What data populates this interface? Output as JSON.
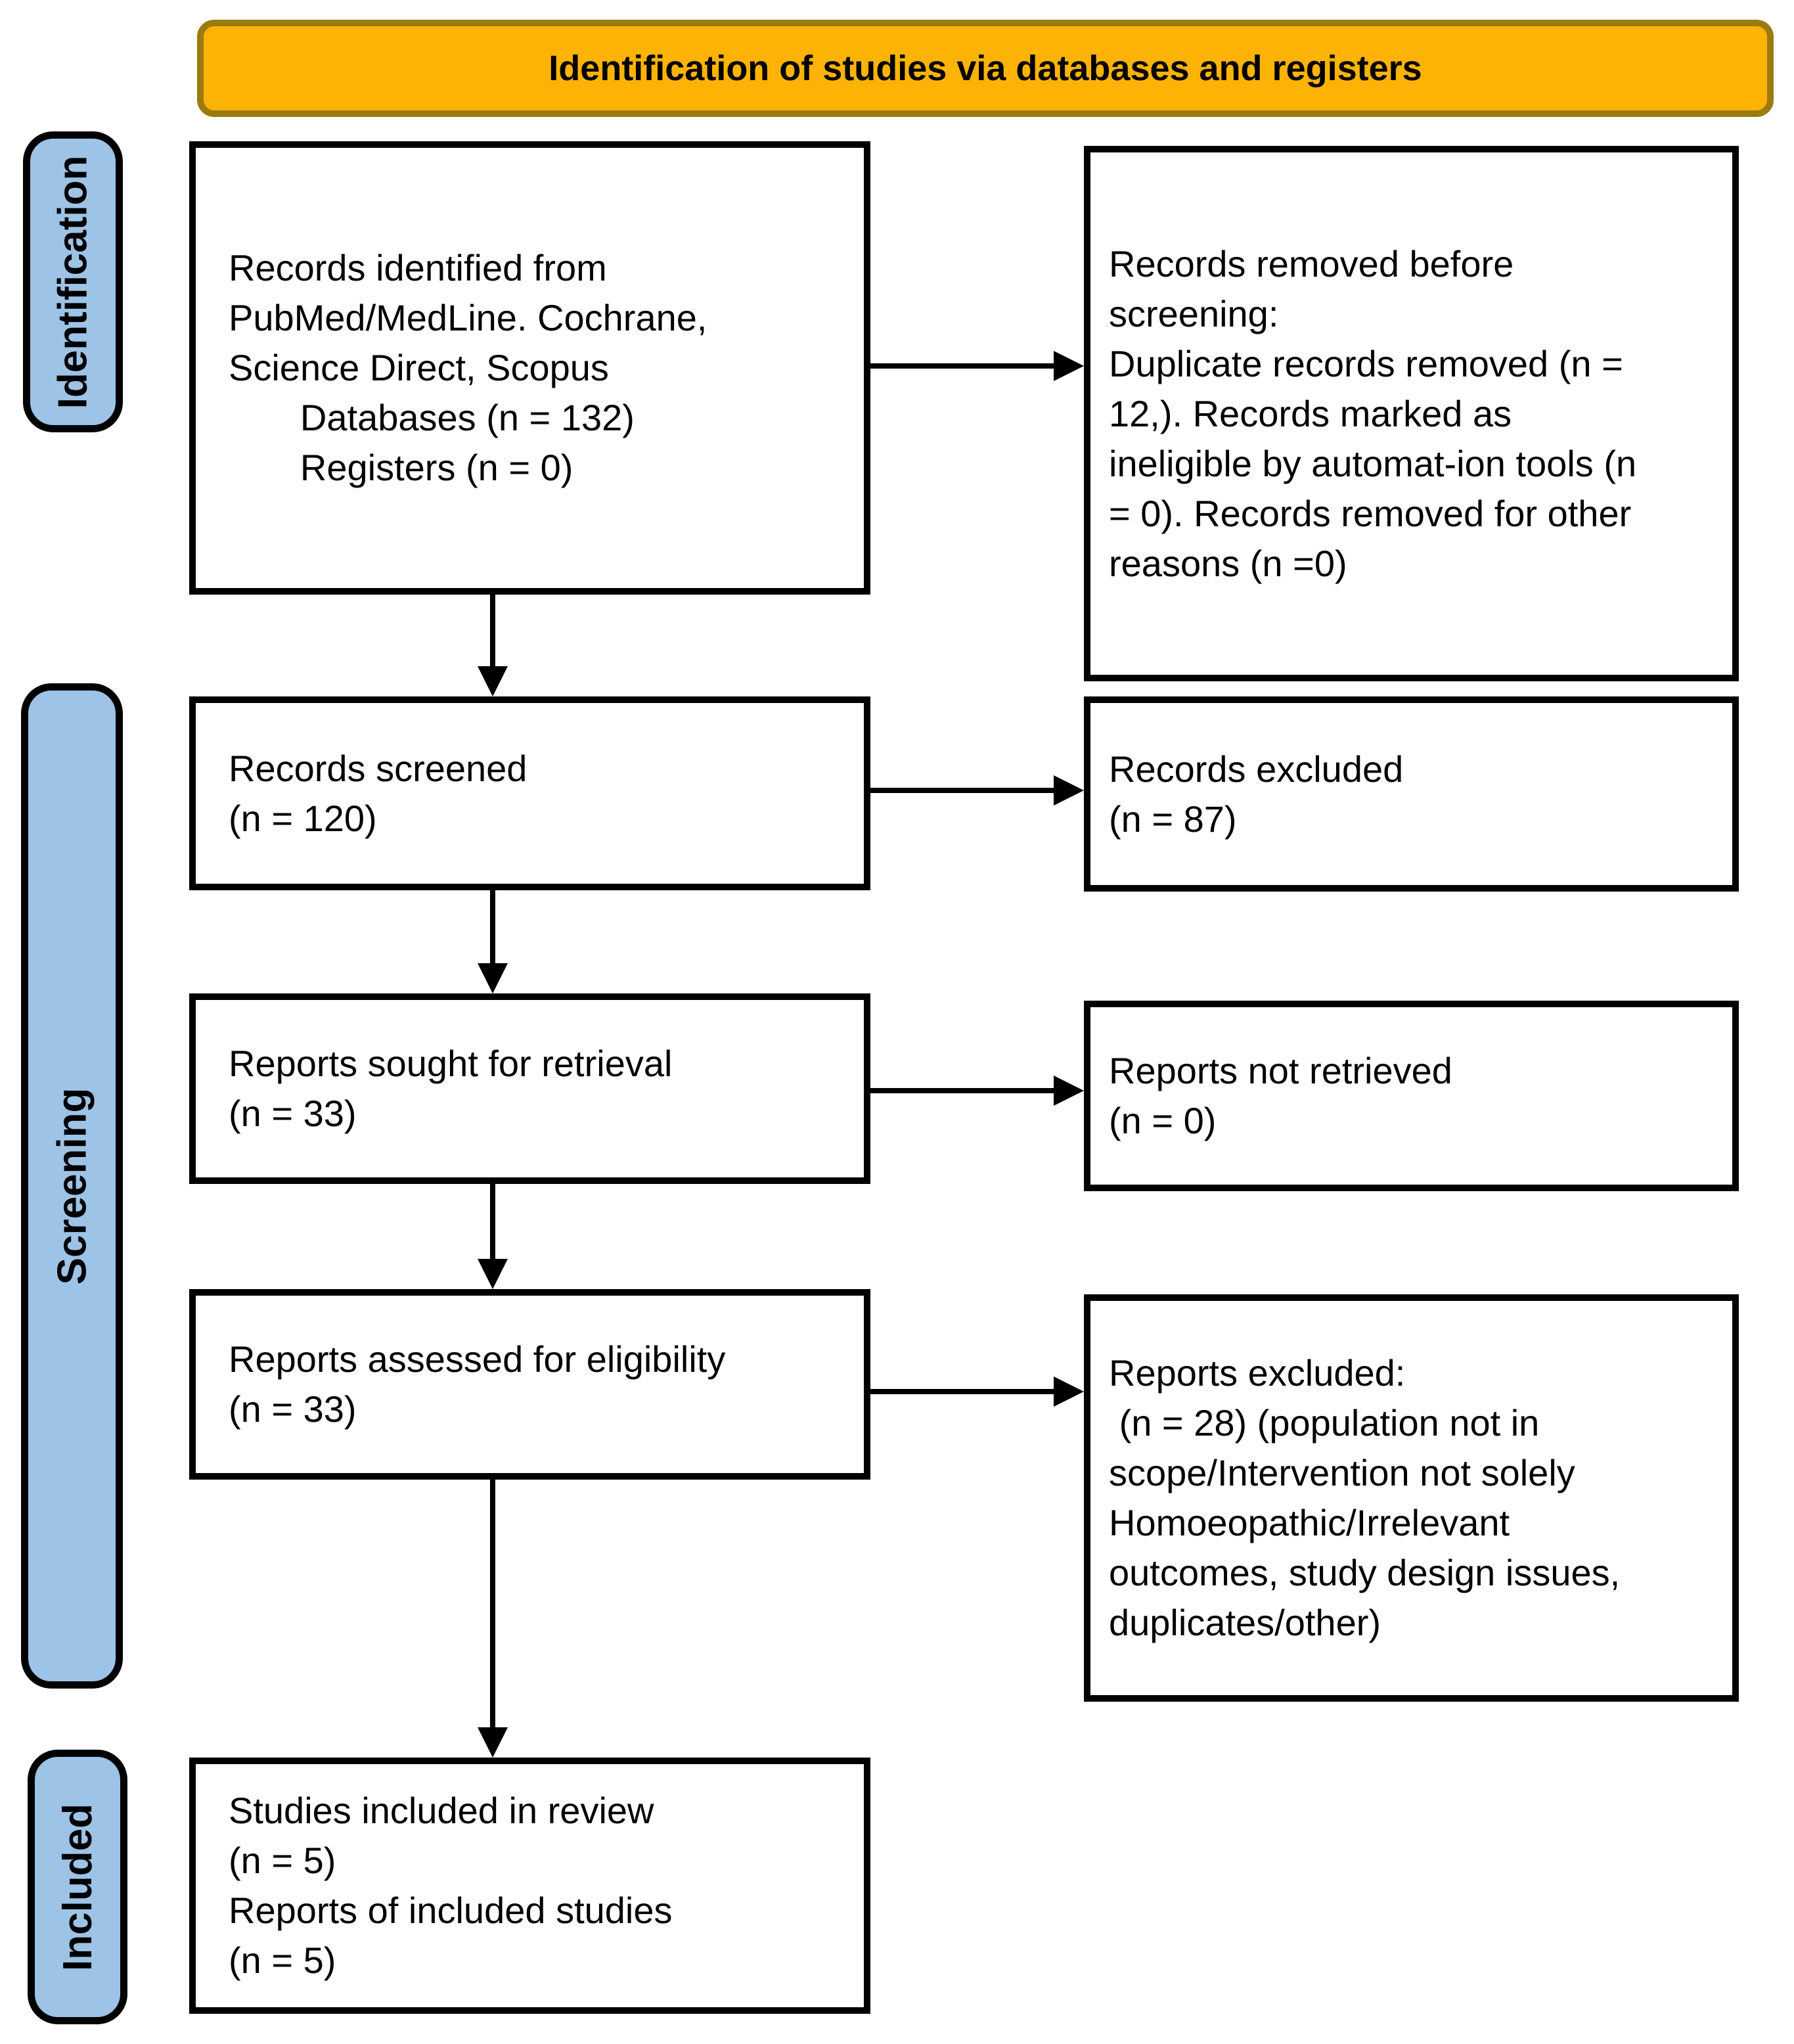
{
  "banner": {
    "title": "Identification of studies via databases and registers"
  },
  "stage_labels": {
    "identification": "Identification",
    "screening": "Screening",
    "included": "Included"
  },
  "boxes": {
    "records_identified": {
      "lines": [
        "Records identified from",
        "PubMed/MedLine. Cochrane,",
        "Science Direct, Scopus",
        "       Databases (n = 132)",
        "       Registers (n = 0)"
      ]
    },
    "records_removed": {
      "lines": [
        "Records removed before",
        "screening:",
        "Duplicate records removed (n =",
        "12,). Records marked as",
        "ineligible by automat-ion tools (n",
        "= 0). Records removed for other",
        "reasons (n =0)"
      ]
    },
    "records_screened": {
      "lines": [
        "Records screened",
        "(n = 120)"
      ]
    },
    "records_excluded": {
      "lines": [
        "Records excluded",
        "(n = 87)"
      ]
    },
    "reports_sought": {
      "lines": [
        "Reports sought for retrieval",
        "(n = 33)"
      ]
    },
    "reports_not_retrieved": {
      "lines": [
        "Reports not retrieved",
        "(n = 0)"
      ]
    },
    "reports_assessed": {
      "lines": [
        "Reports assessed for eligibility",
        "(n = 33)"
      ]
    },
    "reports_excluded": {
      "lines": [
        "Reports excluded:",
        " (n = 28) (population not in",
        "scope/Intervention not solely",
        "Homoeopathic/Irrelevant",
        "outcomes, study design issues,",
        "duplicates/other)"
      ]
    },
    "studies_included": {
      "lines": [
        "Studies included in review",
        "(n = 5)",
        "Reports of included studies",
        "(n = 5)"
      ]
    }
  },
  "colors": {
    "banner_fill": "#FDB305",
    "banner_border": "#9A7B0E",
    "stage_fill": "#9DC3E6",
    "stage_border": "#000000",
    "box_border": "#000000",
    "arrow": "#000000"
  }
}
